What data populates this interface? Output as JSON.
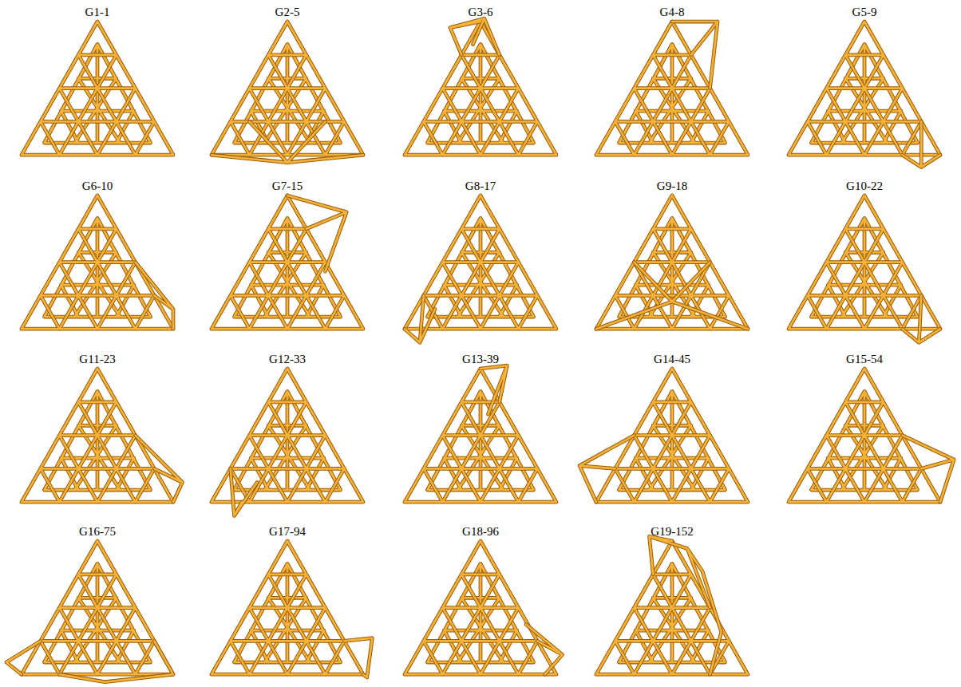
{
  "diagram": {
    "labels": [
      "G1-1",
      "G2-5",
      "G3-6",
      "G4-8",
      "G5-9",
      "G6-10",
      "G7-15",
      "G8-17",
      "G9-18",
      "G10-22",
      "G11-23",
      "G12-33",
      "G13-39",
      "G14-45",
      "G15-54",
      "G16-75",
      "G17-94",
      "G18-96",
      "G19-152"
    ]
  }
}
